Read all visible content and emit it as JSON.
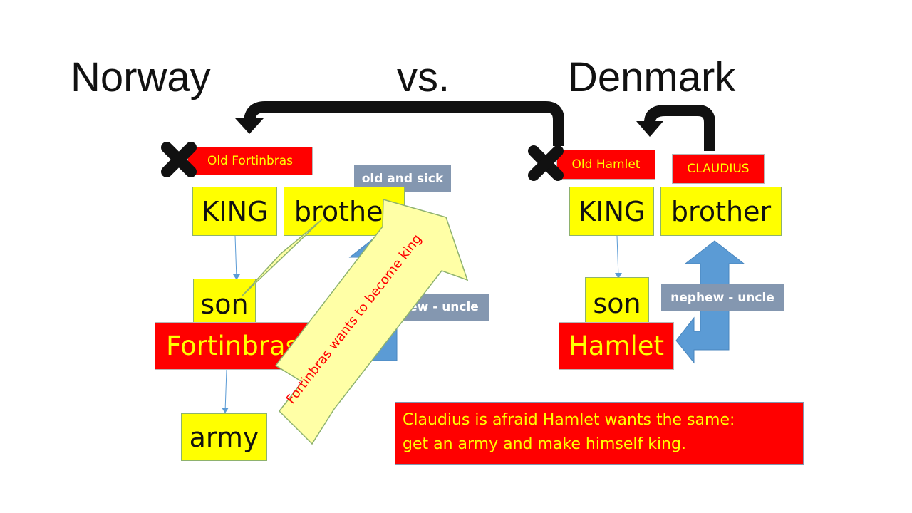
{
  "titles": {
    "left": "Norway",
    "middle": "vs.",
    "right": "Denmark"
  },
  "norway": {
    "old_king": "Old Fortinbras",
    "king": "KING",
    "brother": "brother",
    "brother_note": "old and sick",
    "son": "son",
    "son_name": "Fortinbras",
    "relation": "nephew - uncle",
    "army": "army",
    "ambition": "Fortinbras wants to become king"
  },
  "denmark": {
    "old_king": "Old Hamlet",
    "usurper": "CLAUDIUS",
    "king": "KING",
    "brother": "brother",
    "son": "son",
    "son_name": "Hamlet",
    "relation": "nephew - uncle"
  },
  "note": {
    "line1": "Claudius is afraid Hamlet wants the same:",
    "line2": "get an army and make himself king."
  },
  "icons": {
    "cross_marks": "x-mark-icon",
    "curved_arrows": "curved-arrow-icon",
    "up_arrows": "up-arrow-icon",
    "ambition_arrow": "double-arrow-icon"
  },
  "colors": {
    "yellow": "#ffff00",
    "red": "#ff0000",
    "slate": "#8497b0",
    "blue_arrow": "#5b9bd5",
    "pale_arrow": "#ffffa6",
    "black": "#111111"
  }
}
